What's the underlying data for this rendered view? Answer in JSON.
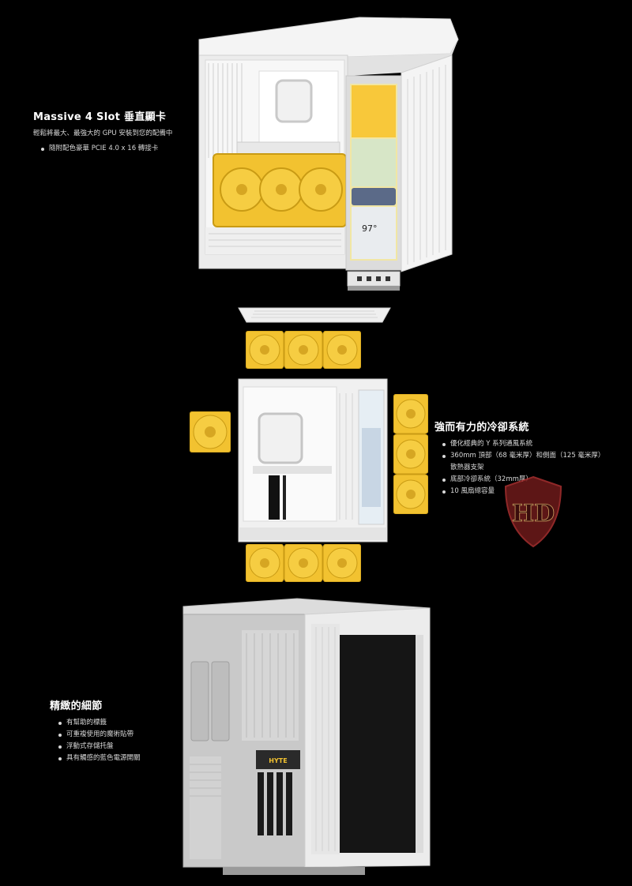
{
  "section_gpu": {
    "heading": "Massive 4 Slot 垂直顯卡",
    "description": "輕鬆將最大、最強大的 GPU 安裝到您的配備中",
    "bullets": [
      "隨附配色豪華 PCIE 4.0 x 16 轉接卡"
    ]
  },
  "section_cooling": {
    "heading": "強而有力的冷卻系統",
    "bullets": [
      "優化經典的 Y 系列通風系統",
      "360mm 頂部（68 毫米厚）和側面（125 毫米厚）散熱器支架",
      "底部冷卻系統（32mm厚）",
      "10 風扇總容量"
    ]
  },
  "section_details": {
    "heading": "精緻的細節",
    "bullets": [
      "有幫助的標籤",
      "可重複使用的魔術貼帶",
      "浮動式存儲托盤",
      "具有觸感的藍色電源開關"
    ]
  },
  "screen": {
    "temperature": "97°"
  },
  "psu_label": "HYTE",
  "watermark": "HD",
  "colors": {
    "background": "#000000",
    "fan_yellow": "#f2c230",
    "case_white": "#eeeeee",
    "case_back": "#c8c8c8"
  }
}
